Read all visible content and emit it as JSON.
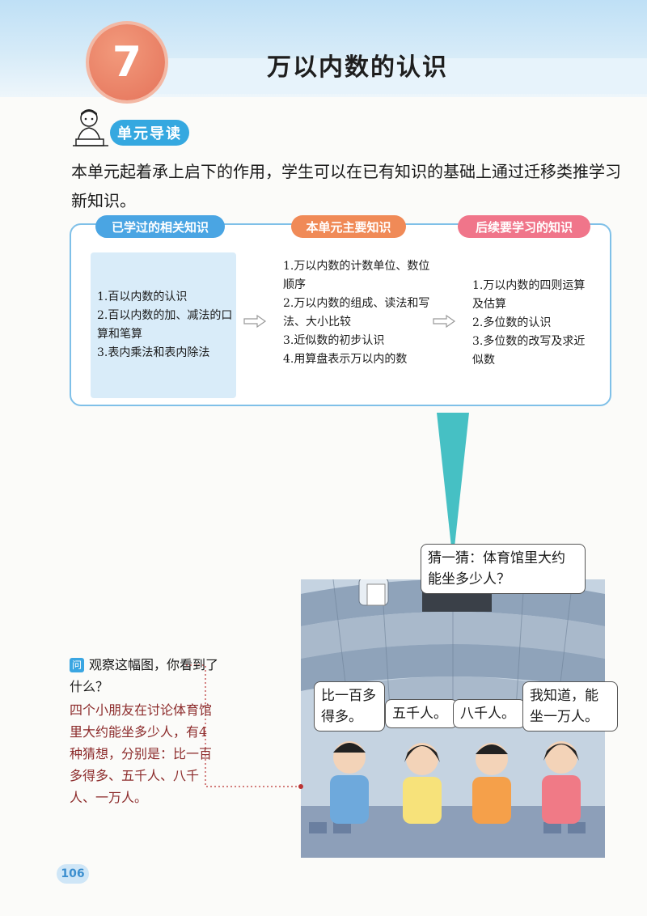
{
  "header": {
    "chapter_number": "7",
    "chapter_title": "万以内数的认识"
  },
  "guide": {
    "badge": "单元导读",
    "intro": "本单元起着承上启下的作用，学生可以在已有知识的基础上通过迁移类推学习新知识。"
  },
  "flow": {
    "prior": {
      "label": "已学过的相关知识",
      "items": [
        "1.百以内数的认识",
        "2.百以内数的加、减法的口算和笔算",
        "3.表内乘法和表内除法"
      ]
    },
    "main": {
      "label": "本单元主要知识",
      "items": [
        "1.万以内数的计数单位、数位顺序",
        "2.万以内数的组成、读法和写法、大小比较",
        "3.近似数的初步认识",
        "4.用算盘表示万以内的数"
      ]
    },
    "next": {
      "label": "后续要学习的知识",
      "items": [
        "1.万以内数的四则运算及估算",
        "2.多位数的认识",
        "3.多位数的改写及求近似数"
      ]
    }
  },
  "scene": {
    "robot_speech": "猜一猜：体育馆里大约能坐多少人？",
    "kid1": "比一百多得多。",
    "kid2": "五千人。",
    "kid3": "八千人。",
    "kid4": "我知道，能坐一万人。"
  },
  "question": {
    "icon_label": "问",
    "prompt": "观察这幅图，你看到了什么？",
    "answer": "四个小朋友在讨论体育馆里大约能坐多少人，有4种猜想，分别是：比一百多得多、五千人、八千人、一万人。"
  },
  "page_number": "106",
  "colors": {
    "accent_blue": "#35a8e0",
    "chapter_orange": "#e5735a",
    "answer_red": "#8c2b2b"
  }
}
